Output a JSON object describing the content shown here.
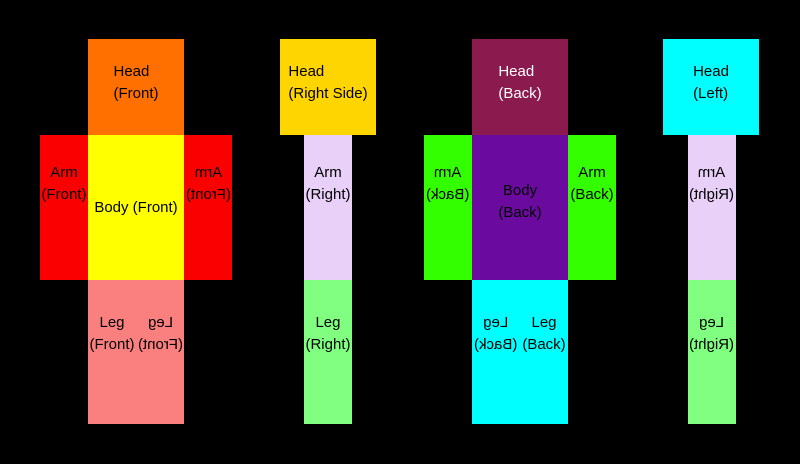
{
  "background": "#000000",
  "default_text_color": "#000000",
  "views": {
    "front": {
      "head": {
        "line1": "Head",
        "line2": "(Front)",
        "color": "#ff7000"
      },
      "arm_left": {
        "line1": "Arm",
        "line2": "(Front)",
        "color": "#fb0000"
      },
      "body": {
        "line1": "Body (Front)",
        "color": "#ffff00"
      },
      "arm_right": {
        "line1": "Arm",
        "line2": "(Front)",
        "color": "#fb0000",
        "mirrored": true
      },
      "leg_left": {
        "line1": "Leg",
        "line2": "(Front)",
        "color": "#fa8080"
      },
      "leg_right": {
        "line1": "Leg",
        "line2": "(Front)",
        "color": "#fa8080",
        "mirrored": true
      }
    },
    "right_side": {
      "head": {
        "line1": "Head",
        "line2": "(Right Side)",
        "color": "#ffd500"
      },
      "arm": {
        "line1": "Arm",
        "line2": "(Right)",
        "color": "#e8d0f8"
      },
      "leg": {
        "line1": "Leg",
        "line2": "(Right)",
        "color": "#80ff80"
      }
    },
    "back": {
      "head": {
        "line1": "Head",
        "line2": "(Back)",
        "color": "#8b1a4f",
        "text_color": "#ffffff"
      },
      "arm_left": {
        "line1": "Arm",
        "line2": "(Back)",
        "color": "#33ff00",
        "mirrored": true
      },
      "body": {
        "line1": "Body",
        "line2": "(Back)",
        "color": "#6a0a9e"
      },
      "arm_right": {
        "line1": "Arm",
        "line2": "(Back)",
        "color": "#33ff00"
      },
      "leg_left": {
        "line1": "Leg",
        "line2": "(Back)",
        "color": "#00ffff",
        "mirrored": true
      },
      "leg_right": {
        "line1": "Leg",
        "line2": "(Back)",
        "color": "#00ffff"
      }
    },
    "left_side": {
      "head": {
        "line1": "Head",
        "line2": "(Left)",
        "color": "#00ffff"
      },
      "arm": {
        "line1": "Arm",
        "line2": "(Right)",
        "color": "#e8d0f8",
        "mirrored": true
      },
      "leg": {
        "line1": "Leg",
        "line2": "(Right)",
        "color": "#80ff80",
        "mirrored": true
      }
    }
  }
}
